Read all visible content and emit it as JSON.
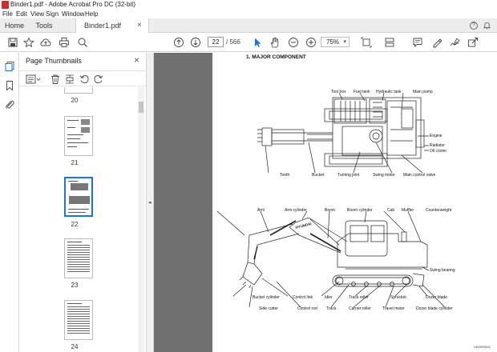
{
  "window": {
    "title": "Binder1.pdf - Adobe Acrobat Pro DC (32-bit)"
  },
  "menu": [
    "File",
    "Edit",
    "View",
    "Sign",
    "Window",
    "Help"
  ],
  "tabs": {
    "home": "Home",
    "tools": "Tools",
    "document": "Binder1.pdf"
  },
  "toolbar": {
    "current_page": "22",
    "total_pages": "/ 566",
    "zoom": "75%"
  },
  "thumbnails": {
    "title": "Page Thumbnails",
    "pages": [
      {
        "label": "20",
        "selected": false
      },
      {
        "label": "21",
        "selected": false
      },
      {
        "label": "22",
        "selected": true
      },
      {
        "label": "23",
        "selected": false
      },
      {
        "label": "24",
        "selected": false
      }
    ]
  },
  "document": {
    "heading": "1.  MAJOR COMPONENT",
    "top_labels": {
      "tool_box": "Tool box",
      "fuel_tank": "Fuel tank",
      "hydraulic_tank": "Hydraulic tank",
      "main_pump": "Main pump",
      "engine": "Engine",
      "radiator": "Radiator",
      "oil_cooler": "Oil cooler",
      "tooth": "Tooth",
      "bucket": "Bucket",
      "turning_joint": "Turning joint",
      "swing_motor": "Swing motor",
      "main_control_valve": "Main control valve"
    },
    "side_labels": {
      "arm": "Arm",
      "arm_cylinder": "Arm cylinder",
      "boom": "Boom",
      "boom_cylinder": "Boom cylinder",
      "cab": "Cab",
      "muffler": "Muffler",
      "counterweight": "Counterweight",
      "swing_bearing": "Swing bearing",
      "bucket_cylinder": "Bucket cylinder",
      "control_link": "Control link",
      "idler": "Idler",
      "track_roller": "Track roller",
      "sprocket": "Sprocket",
      "dozer_blade": "Dozer blade",
      "side_cutter": "Side cutter",
      "control_rod": "Control rod",
      "track": "Track",
      "carrier_roller": "Carrier roller",
      "travel_motor": "Travel motor",
      "dozer_blade_cylinder": "Dozer blade cylinder"
    },
    "figure_code": "14090SD01",
    "brand_mark": "HYUNDAI"
  }
}
